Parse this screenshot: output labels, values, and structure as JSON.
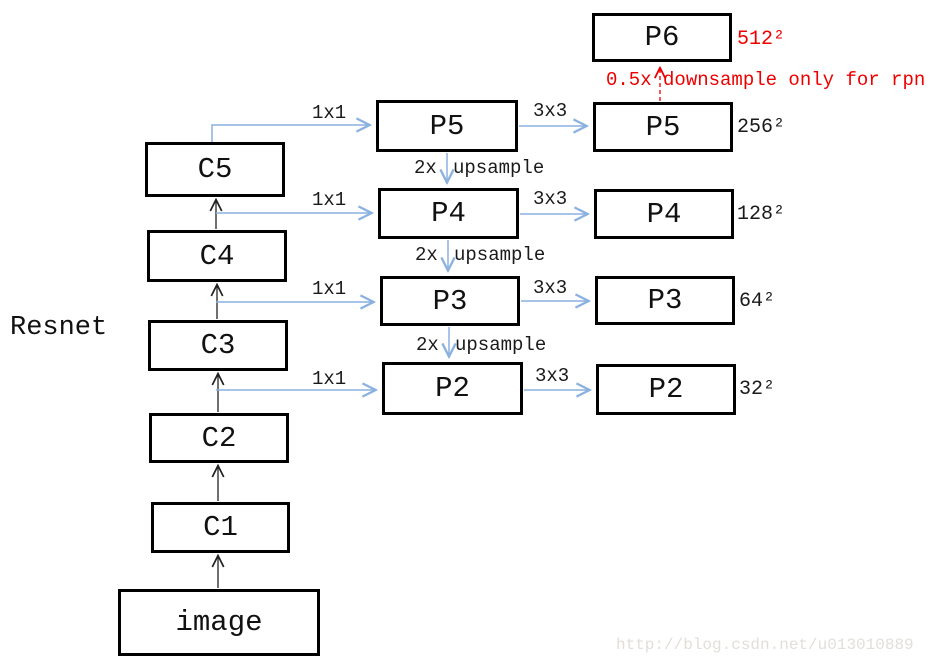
{
  "title_label": "Resnet",
  "connection_labels": {
    "lateral": "1x1",
    "conv": "3x3",
    "upsample_prefix": "2x",
    "upsample_suffix": "upsample"
  },
  "backbone": {
    "boxes": [
      {
        "label": "C5"
      },
      {
        "label": "C4"
      },
      {
        "label": "C3"
      },
      {
        "label": "C2"
      },
      {
        "label": "C1"
      },
      {
        "label": "image"
      }
    ]
  },
  "pyramid": {
    "mid": [
      {
        "label": "P5"
      },
      {
        "label": "P4"
      },
      {
        "label": "P3"
      },
      {
        "label": "P2"
      }
    ],
    "out": [
      {
        "label": "P6",
        "resolution": "512²"
      },
      {
        "label": "P5",
        "resolution": "256²"
      },
      {
        "label": "P4",
        "resolution": "128²"
      },
      {
        "label": "P3",
        "resolution": "64²"
      },
      {
        "label": "P2",
        "resolution": "32²"
      }
    ],
    "p6_note": "0.5x downsample only for rpn"
  },
  "watermark": "http://blog.csdn.net/u013010889",
  "colors": {
    "arrow_blue": "#8ab1e0",
    "annotation_red": "#ee0000",
    "box_border": "#000000",
    "watermark_gray": "#e2dfd9"
  }
}
